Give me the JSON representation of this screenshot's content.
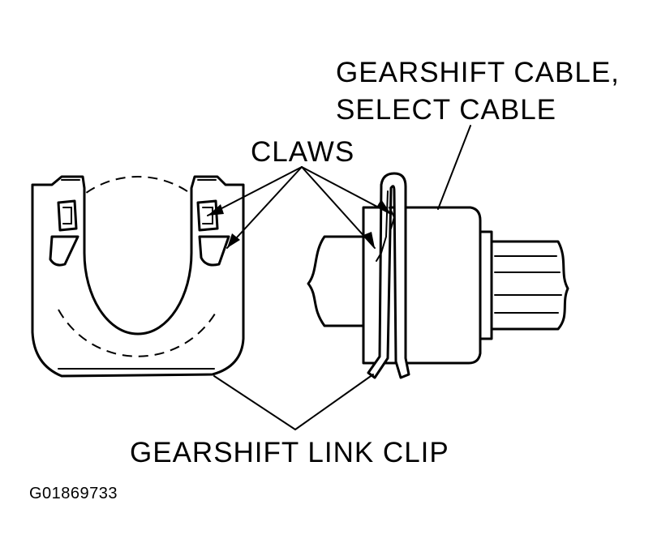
{
  "labels": {
    "cable_line1": "GEARSHIFT CABLE,",
    "cable_line2": "SELECT CABLE",
    "claws": "CLAWS",
    "clip": "GEARSHIFT LINK CLIP",
    "figure_id": "G01869733"
  },
  "colors": {
    "ink": "#000000",
    "paper": "#ffffff"
  }
}
